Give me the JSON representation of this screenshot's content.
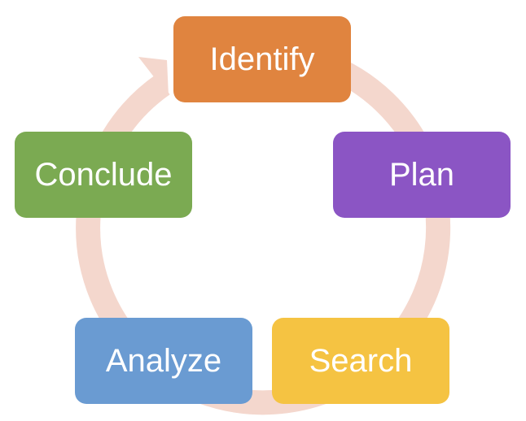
{
  "colors": {
    "ring": "#F4D7CD",
    "identify": "#E0843F",
    "plan": "#8B55C4",
    "search": "#F5C342",
    "analyze": "#6A9BD2",
    "conclude": "#7BAA52"
  },
  "steps": [
    {
      "label": "Identify"
    },
    {
      "label": "Plan"
    },
    {
      "label": "Search"
    },
    {
      "label": "Analyze"
    },
    {
      "label": "Conclude"
    }
  ]
}
